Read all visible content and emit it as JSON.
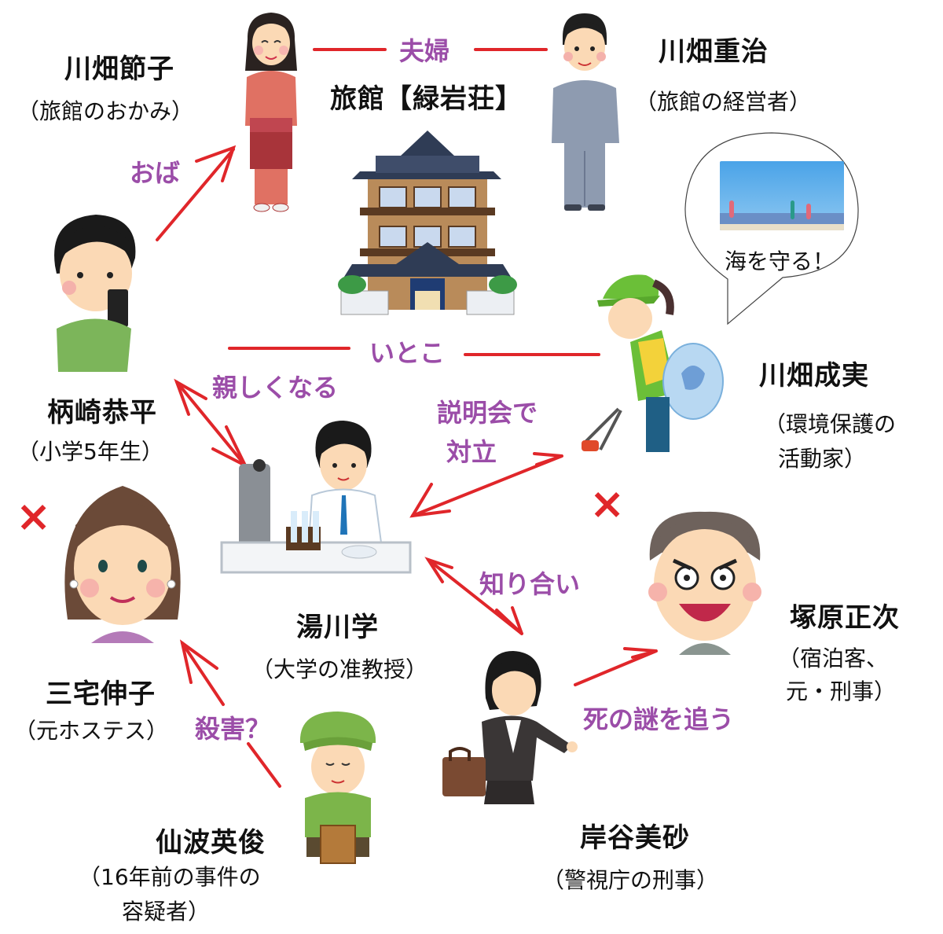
{
  "diagram": {
    "title_building": "旅館【緑岩荘】",
    "speech_bubble": {
      "text": "海を守る！",
      "image": "ocean-scene"
    },
    "characters": [
      {
        "id": "setsuko",
        "name": "川畑節子",
        "role": "（旅館のおかみ）"
      },
      {
        "id": "shigeharu",
        "name": "川畑重治",
        "role": "（旅館の経営者）"
      },
      {
        "id": "kyohei",
        "name": "柄崎恭平",
        "role": "（小学5年生）"
      },
      {
        "id": "narumi",
        "name": "川畑成実",
        "role_line1": "（環境保護の",
        "role_line2": "活動家）"
      },
      {
        "id": "yukawa",
        "name": "湯川学",
        "role": "（大学の准教授）"
      },
      {
        "id": "nobuko",
        "name": "三宅伸子",
        "role": "（元ホステス）",
        "deceased": true
      },
      {
        "id": "tsukahara",
        "name": "塚原正次",
        "role_line1": "（宿泊客、",
        "role_line2": "元・刑事）",
        "deceased": true
      },
      {
        "id": "senba",
        "name": "仙波英俊",
        "role_line1": "（16年前の事件の",
        "role_line2": "容疑者）"
      },
      {
        "id": "kishitani",
        "name": "岸谷美砂",
        "role": "（警視庁の刑事）"
      }
    ],
    "relations": [
      {
        "from": "setsuko",
        "to": "shigeharu",
        "label": "夫婦"
      },
      {
        "from": "kyohei",
        "to": "setsuko",
        "label": "おば"
      },
      {
        "from": "kyohei",
        "to": "narumi",
        "label": "いとこ"
      },
      {
        "from": "kyohei",
        "to": "yukawa",
        "label": "親しくなる"
      },
      {
        "from": "narumi",
        "to": "yukawa",
        "label_line1": "説明会で",
        "label_line2": "対立"
      },
      {
        "from": "yukawa",
        "to": "kishitani",
        "label": "知り合い"
      },
      {
        "from": "kishitani",
        "to": "tsukahara",
        "label": "死の謎を追う"
      },
      {
        "from": "senba",
        "to": "nobuko",
        "label": "殺害？"
      }
    ],
    "deceased_mark": "×",
    "colors": {
      "line": "#e0262a",
      "relation_label": "#9b4da8",
      "text": "#111111",
      "background": "#ffffff"
    }
  }
}
